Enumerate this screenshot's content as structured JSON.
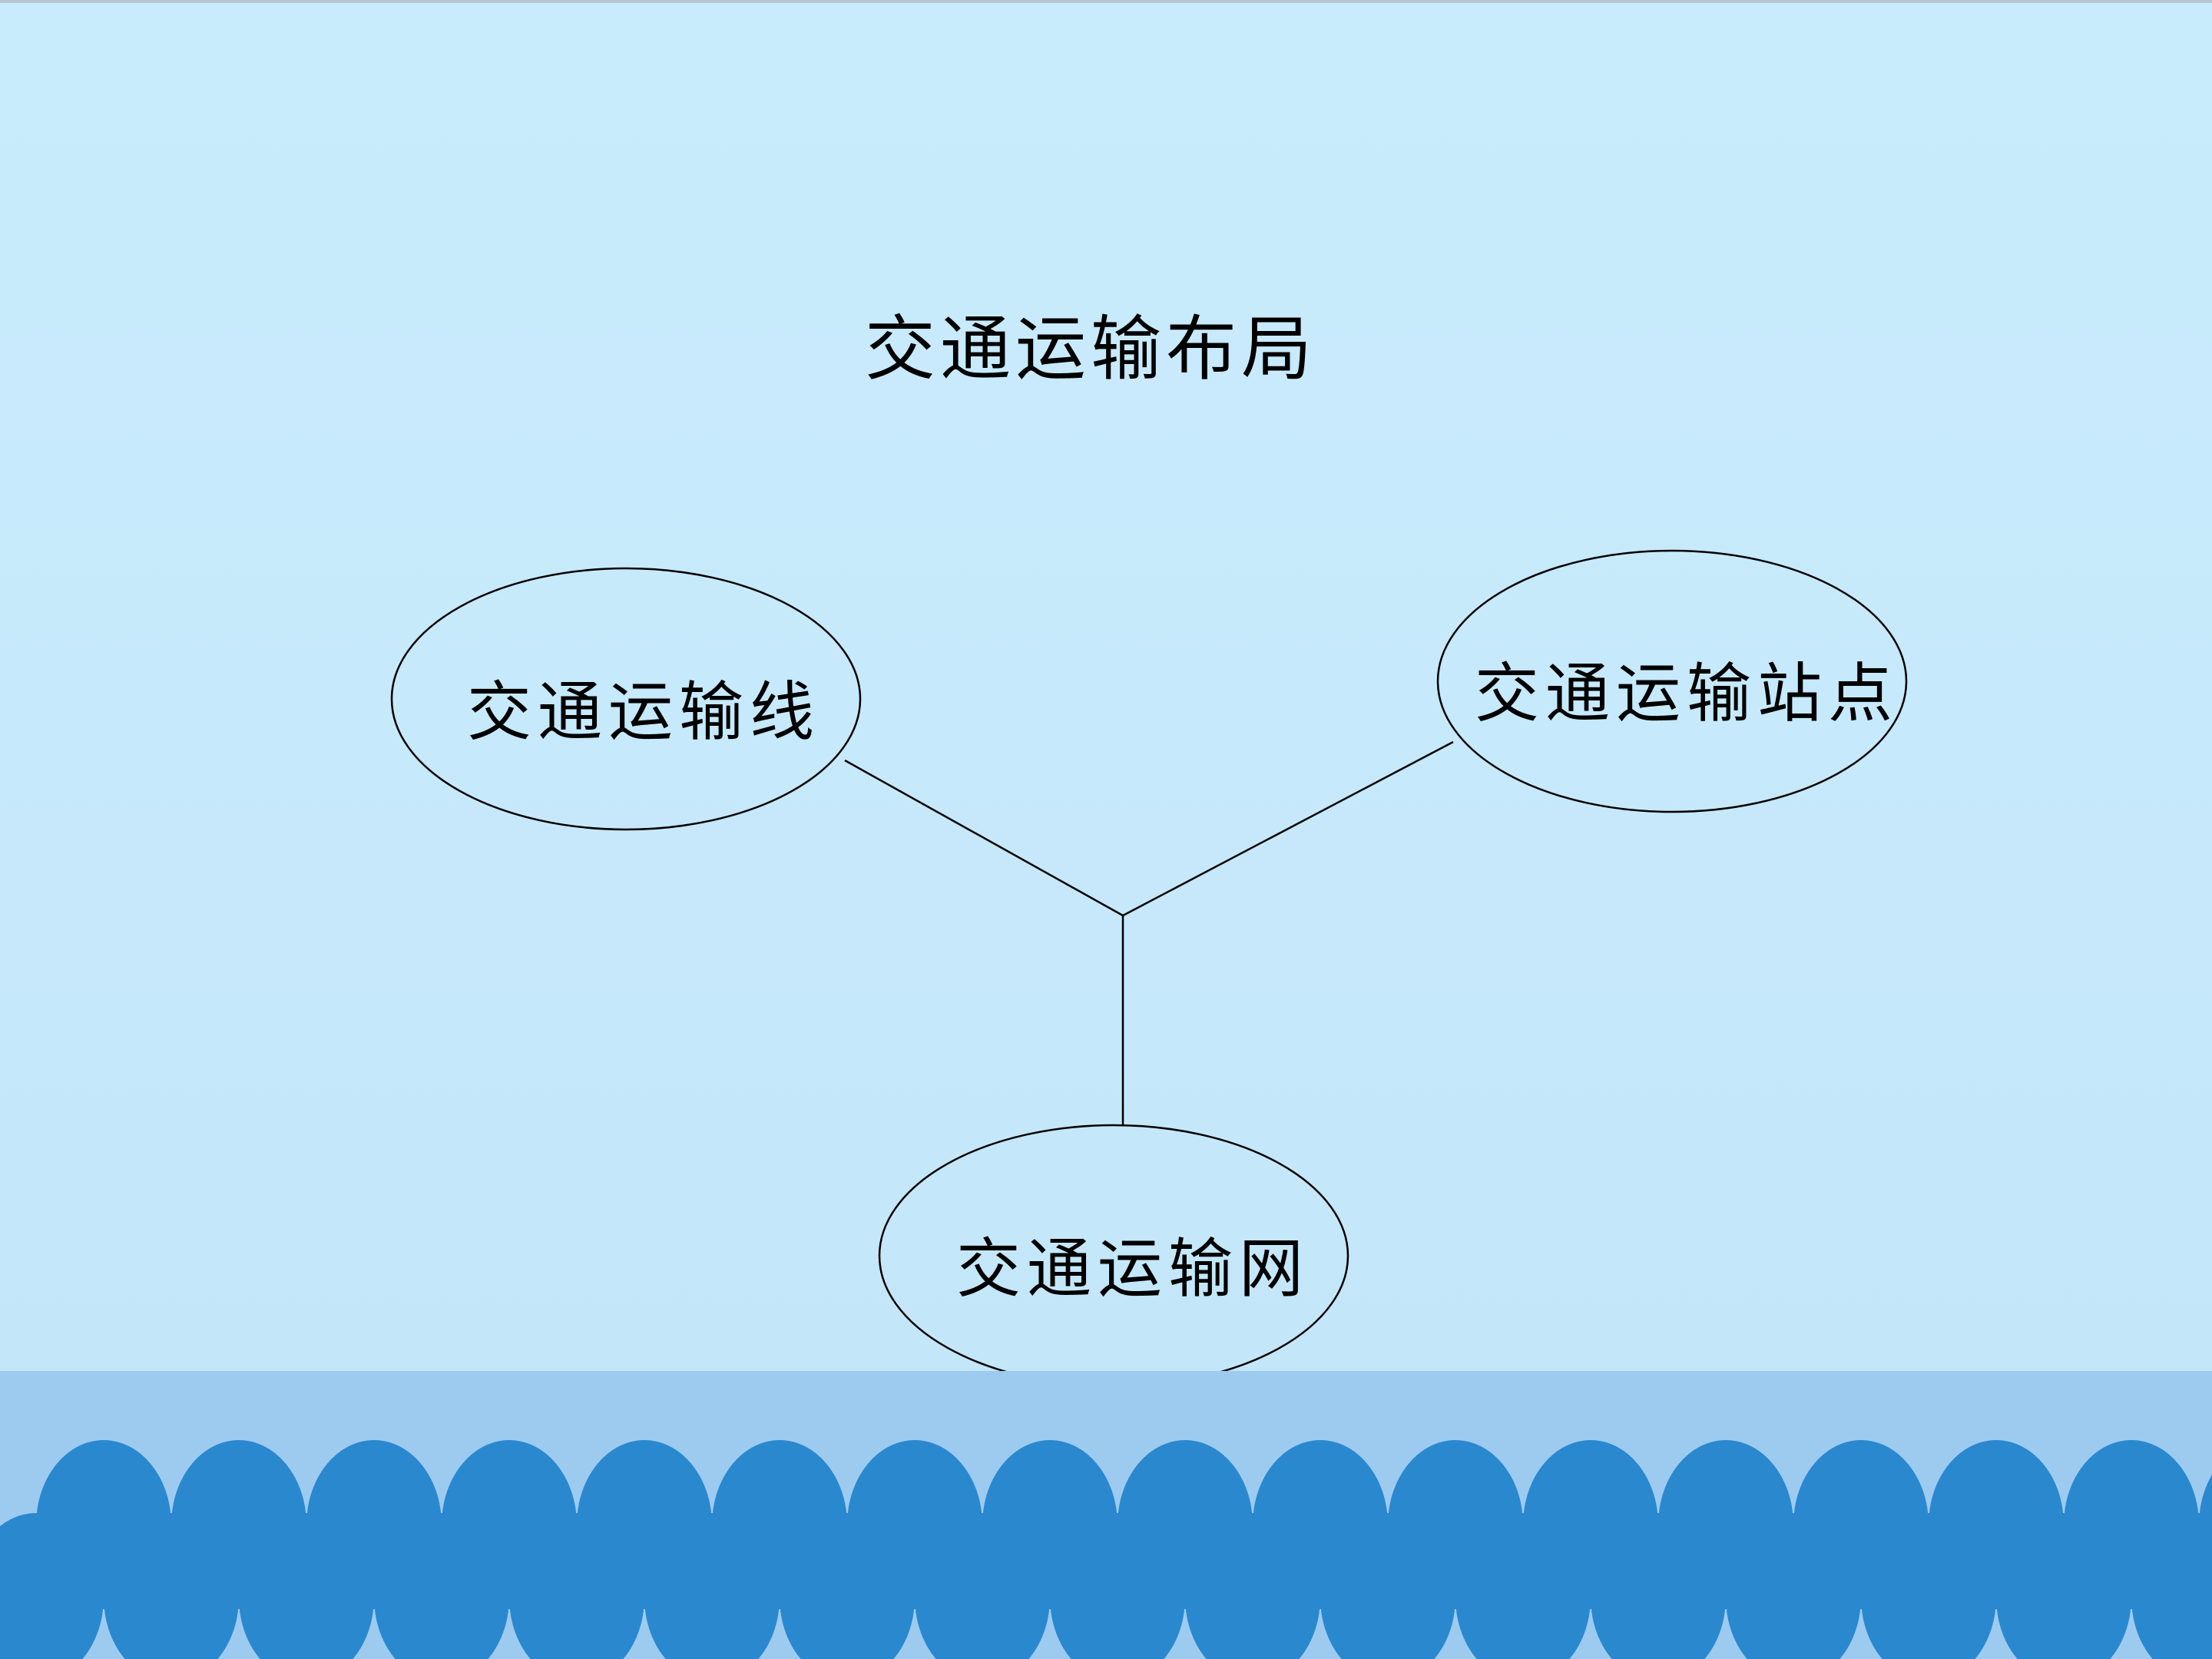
{
  "title": "交通运输布局",
  "nodes": [
    {
      "id": "line",
      "label": "交通运输线"
    },
    {
      "id": "station",
      "label": "交通运输站点"
    },
    {
      "id": "network",
      "label": "交通运输网"
    }
  ],
  "colors": {
    "background": "#c8eafc",
    "footer_band": "#9dcbf0",
    "waves": "#2a88cf",
    "stroke": "#000000"
  }
}
